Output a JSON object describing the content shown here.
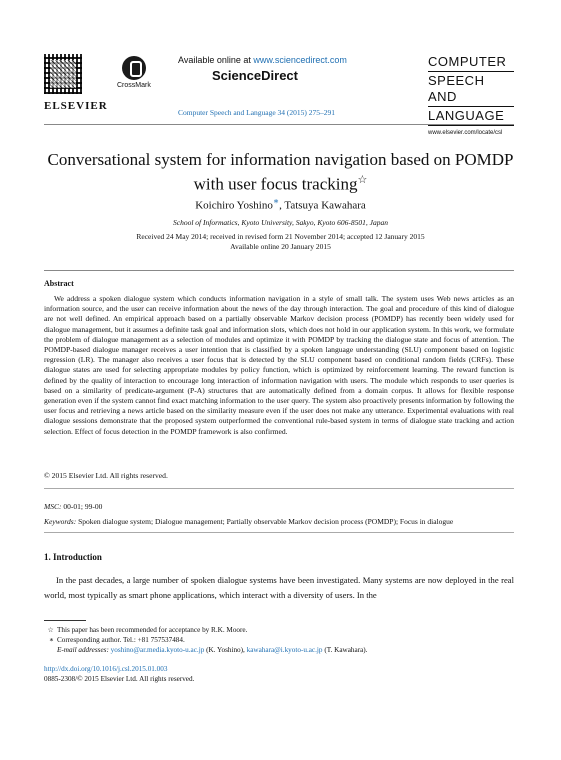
{
  "header": {
    "publisher": "ELSEVIER",
    "crossmark": "CrossMark",
    "available_prefix": "Available online at ",
    "available_link": "www.sciencedirect.com",
    "sciencedirect": "ScienceDirect",
    "journal_ref": "Computer Speech and Language 34 (2015) 275–291",
    "journal_lines": [
      "COMPUTER",
      "SPEECH AND",
      "LANGUAGE"
    ],
    "journal_site": "www.elsevier.com/locate/csl"
  },
  "title_line1": "Conversational system for information navigation based on POMDP",
  "title_line2": "with user focus tracking",
  "title_mark": "☆",
  "authors": {
    "a1": "Koichiro Yoshino",
    "a1_mark": "∗",
    "sep": ", ",
    "a2": "Tatsuya Kawahara"
  },
  "affiliation": "School of Informatics, Kyoto University, Sakyo, Kyoto 606-8501, Japan",
  "dates_line1": "Received 24 May 2014; received in revised form 21 November 2014; accepted 12 January 2015",
  "dates_line2": "Available online 20 January 2015",
  "abstract_heading": "Abstract",
  "abstract_text": "We address a spoken dialogue system which conducts information navigation in a style of small talk. The system uses Web news articles as an information source, and the user can receive information about the news of the day through interaction. The goal and procedure of this kind of dialogue are not well defined. An empirical approach based on a partially observable Markov decision process (POMDP) has recently been widely used for dialogue management, but it assumes a definite task goal and information slots, which does not hold in our application system. In this work, we formulate the problem of dialogue management as a selection of modules and optimize it with POMDP by tracking the dialogue state and focus of attention. The POMDP-based dialogue manager receives a user intention that is classified by a spoken language understanding (SLU) component based on logistic regression (LR). The manager also receives a user focus that is detected by the SLU component based on conditional random fields (CRFs). These dialogue states are used for selecting appropriate modules by policy function, which is optimized by reinforcement learning. The reward function is defined by the quality of interaction to encourage long interaction of information navigation with users. The module which responds to user queries is based on a similarity of predicate-argument (P-A) structures that are automatically defined from a domain corpus. It allows for flexible response generation even if the system cannot find exact matching information to the user query. The system also proactively presents information by following the user focus and retrieving a news article based on the similarity measure even if the user does not make any utterance. Experimental evaluations with real dialogue sessions demonstrate that the proposed system outperformed the conventional rule-based system in terms of dialogue state tracking and action selection. Effect of focus detection in the POMDP framework is also confirmed.",
  "copyright": "© 2015 Elsevier Ltd. All rights reserved.",
  "msc_label": "MSC:",
  "msc_value": " 00-01; 99-00",
  "keywords_label": "Keywords:",
  "keywords_value": " Spoken dialogue system; Dialogue management; Partially observable Markov decision process (POMDP); Focus in dialogue",
  "section_heading": "1.  Introduction",
  "intro_text": "In the past decades, a large number of spoken dialogue systems have been investigated. Many systems are now deployed in the real world, most typically as smart phone applications, which interact with a diversity of users. In the",
  "footnotes": {
    "fn1_mark": "☆",
    "fn1": "This paper has been recommended for acceptance by R.K. Moore.",
    "fn2_mark": "∗",
    "fn2": "Corresponding author. Tel.: +81 757537484.",
    "fn3_label": "E-mail addresses:",
    "fn3_email1": "yoshino@ar.media.kyoto-u.ac.jp",
    "fn3_mid": " (K. Yoshino), ",
    "fn3_email2": "kawahara@i.kyoto-u.ac.jp",
    "fn3_end": " (T. Kawahara)."
  },
  "doi": "http://dx.doi.org/10.1016/j.csl.2015.01.003",
  "issn": "0885-2308/© 2015 Elsevier Ltd. All rights reserved."
}
